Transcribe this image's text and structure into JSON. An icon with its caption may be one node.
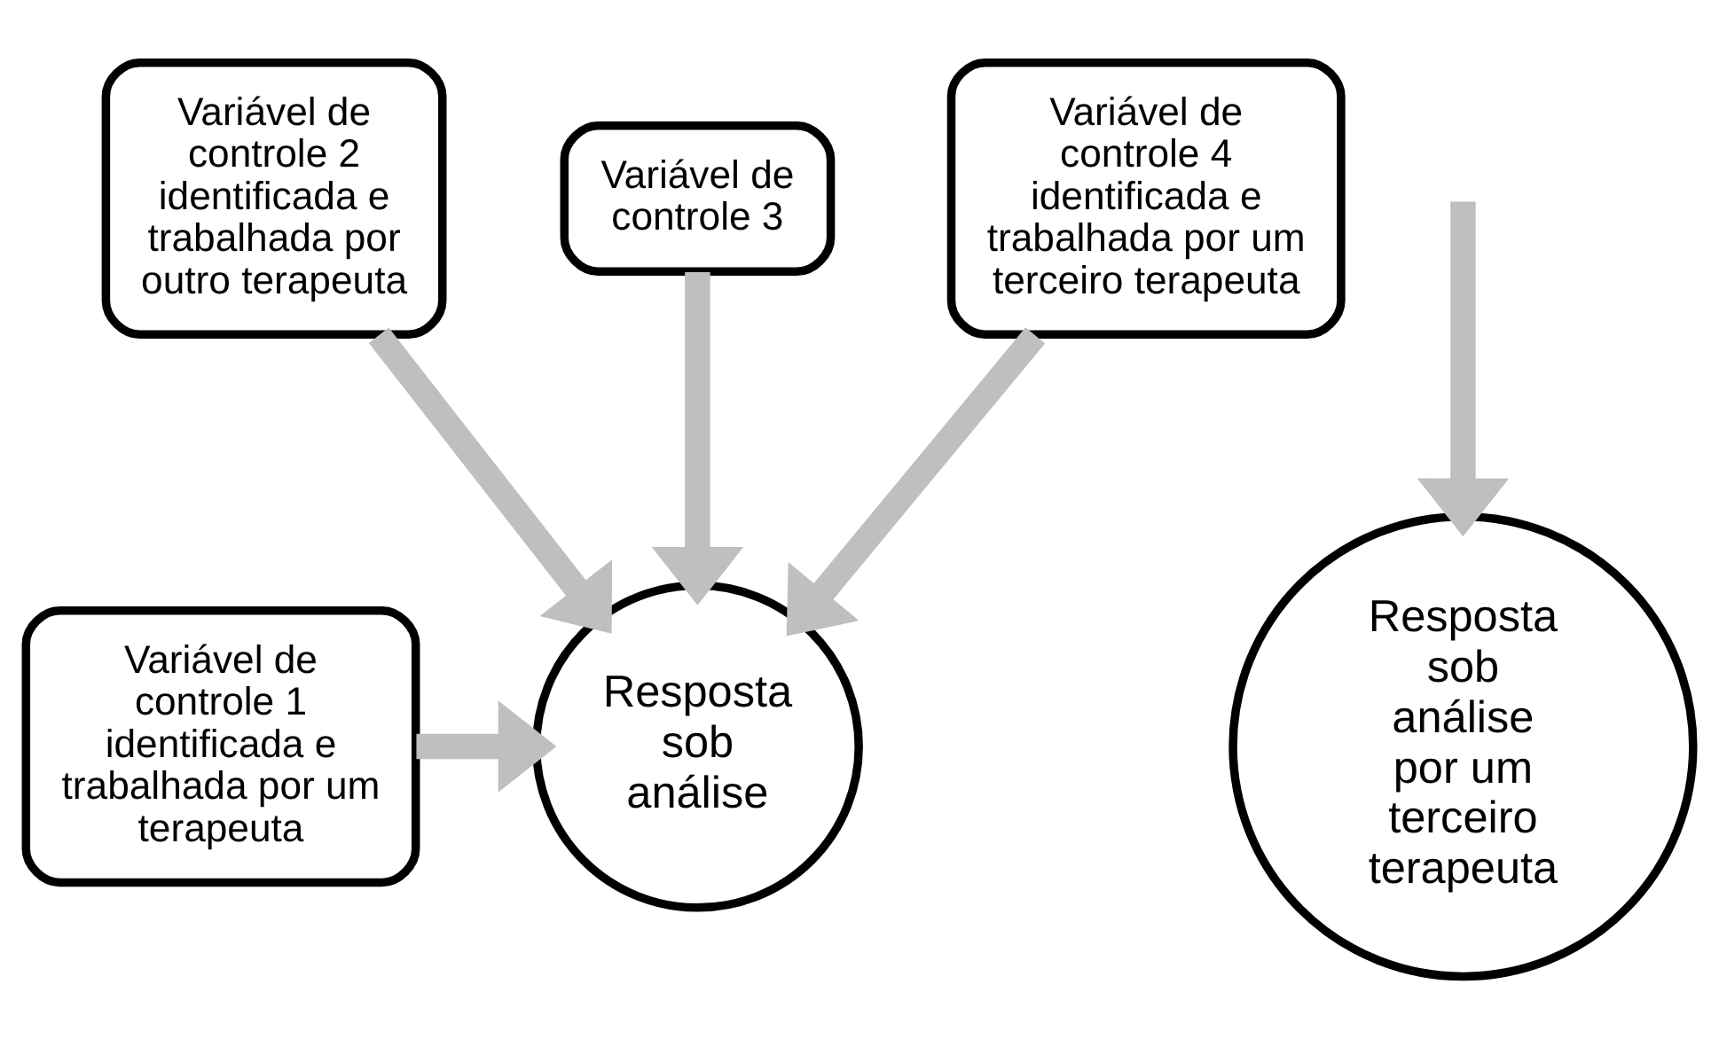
{
  "diagram": {
    "nodes": [
      {
        "text": [
          "Variável de controle 1 identificada e trabalhada por um terapeuta"
        ]
      },
      {
        "text": [
          "Variável de controle 2 identificada e trabalhada por outro terapeuta"
        ]
      },
      {
        "text": [
          "Variável de controle 3"
        ]
      },
      {
        "text": [
          "Variável de controle 4 identificada e trabalhada por um terceiro terapeuta"
        ]
      },
      {
        "text": [
          "Resposta sob análise"
        ]
      },
      {
        "text": [
          "Resposta sob análise por um terceiro terapeuta"
        ]
      }
    ],
    "edges": [
      {
        "from": 0,
        "to": 4,
        "arrow": "to"
      },
      {
        "from": 1,
        "to": 4,
        "arrow": "to"
      },
      {
        "from": 2,
        "to": 4,
        "arrow": "to"
      },
      {
        "from": 3,
        "to": 4,
        "arrow": "to"
      },
      {
        "from": null,
        "to": 5,
        "arrow": "to"
      }
    ]
  }
}
